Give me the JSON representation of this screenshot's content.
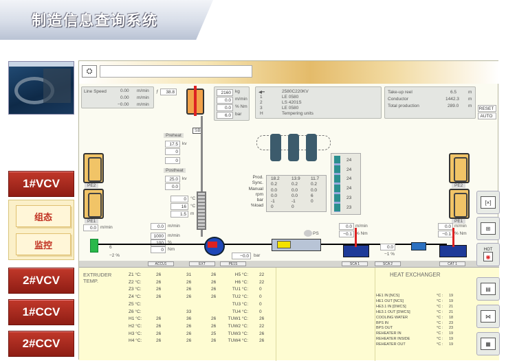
{
  "app": {
    "title": "制造信息查询系统"
  },
  "nav": {
    "vcv1": "1#VCV",
    "state": "组态",
    "monitor": "监控",
    "vcv2": "2#VCV",
    "ccv1": "1#CCV",
    "ccv2": "2#CCV"
  },
  "line": {
    "label": "Line Speed",
    "v1": "0.00",
    "v2": "0.00",
    "v3": "−0.00",
    "unit": "m/min",
    "fval": "38.8"
  },
  "meter": {
    "v1": "2160",
    "u1": "kg",
    "v2": "0.0",
    "u2": "m/min",
    "v3": "0.0",
    "u3": "% Nm",
    "v4": "6.0",
    "u4": "bar"
  },
  "cable": {
    "r0": "2580C220KV",
    "r1": "LE 0580",
    "r2": "LS 4201S",
    "r3": "LE 0580",
    "r4": "Tempering units",
    "k1": "1",
    "k2": "2",
    "k3": "3",
    "kh": "H"
  },
  "takeup": {
    "l1": "Take-up reel",
    "l2": "Conductor",
    "l3": "Total production",
    "v1": "6.5",
    "v2": "1442.3",
    "v3": "289.0",
    "unit": "m",
    "reset": "RESET",
    "auto": "AUTO"
  },
  "ctrl": {
    "preheat": "Preheat",
    "preheat_v": "17.5",
    "preheat_u": "kv",
    "zero1": "0",
    "zero2": "0",
    "postheat": "Postheat",
    "postheat_v": "25.0",
    "postheat_u": "kv",
    "zero3": "0.0",
    "a1": "0",
    "a2": "16",
    "a3": "1.5",
    "u1": "°C",
    "u2": "°C",
    "u3": "m",
    "sb": "SB"
  },
  "prod": {
    "labels": [
      "Prod.",
      "Sync.",
      "Manual",
      "rpm",
      "bar",
      "%load"
    ],
    "c1": [
      "18.2",
      "0.2",
      "0.0",
      "0.0",
      "-1",
      "0"
    ],
    "c2": [
      "13.9",
      "0.2",
      "0.0",
      "0.0",
      "-1",
      "0"
    ],
    "c3": [
      "11.7",
      "0.2",
      "0.0",
      "6",
      "0"
    ],
    "ext": [
      "24",
      "24",
      "24",
      "24",
      "23",
      "23"
    ]
  },
  "left": {
    "cap1": "PE2",
    "cap2": "PE1",
    "speed": "0.0",
    "unit": "m/min",
    "v1": "0.0",
    "v2": "1000",
    "v3": "100",
    "v4": "0",
    "u2": "m/min",
    "u3": "%",
    "u4": "Nm",
    "p": "6",
    "pct": "−2 %",
    "tag1": "ACCU1",
    "tag2": "EXT",
    "tag3": "PE1S"
  },
  "right": {
    "v1": "0.0",
    "u1": "m/min",
    "v2": "−0.1",
    "u2": "% Nm",
    "cap1": "PE2",
    "cap2": "PE1",
    "v3": "0.0",
    "v4": "−1 %",
    "v5": "0.0",
    "u5": "m/min",
    "v6": "−0.1",
    "u6": "% Nm",
    "bottom": "−0.0",
    "bottom_u": "bar",
    "tag4": "SCA 1",
    "tag5": "SCA 2",
    "tag6": "CAT 1",
    "pill": "PS"
  },
  "extruder": {
    "title": "EXTRUDER",
    "temp": "TEMP.",
    "names": [
      "Z1 °C:",
      "Z2 °C:",
      "Z3 °C:",
      "Z4 °C:",
      "Z5 °C:",
      "Z6 °C:",
      "H1 °C:",
      "H2 °C:",
      "H3 °C:",
      "H4 °C:"
    ],
    "c1": [
      "26",
      "26",
      "26",
      "26",
      "",
      "",
      "26",
      "26",
      "26",
      "26"
    ],
    "c2": [
      "31",
      "26",
      "26",
      "26",
      "",
      "33",
      "36",
      "26",
      "26",
      "26"
    ],
    "c3": [
      "26",
      "26",
      "26",
      "26",
      "",
      "",
      "26",
      "26",
      "25",
      "26"
    ],
    "tnames": [
      "H5 °C:",
      "H6 °C:",
      "TU1 °C:",
      "TU2 °C:",
      "TU3 °C:",
      "TU4 °C:",
      "TUW1 °C:",
      "TUW2 °C:",
      "TUW3 °C:",
      "TUW4 °C:"
    ],
    "tvals": [
      "22",
      "22",
      "0",
      "0",
      "0",
      "0",
      "26",
      "22",
      "26",
      "26"
    ]
  },
  "hx": {
    "title": "HEAT EXCHANGER",
    "names": [
      "HE1 IN [NCS]",
      "HE1 OUT [NCS]",
      "HE3.1 IN [DWCS]",
      "HE3.1 OUT [DWCS]",
      "COOLING WATER",
      "BPS IN",
      "BPS OUT",
      "REHEATER IN",
      "REHEATER INSIDE",
      "REHEATER OUT"
    ],
    "unit": "°C :",
    "vals": [
      "19",
      "19",
      "21",
      "21",
      "18",
      "23",
      "23",
      "19",
      "19",
      "19"
    ]
  },
  "side": {
    "hot": "HOT"
  },
  "colors": {
    "accent": "#b02418",
    "panel": "#fbfbf1",
    "yellow": "#fefcd2"
  }
}
